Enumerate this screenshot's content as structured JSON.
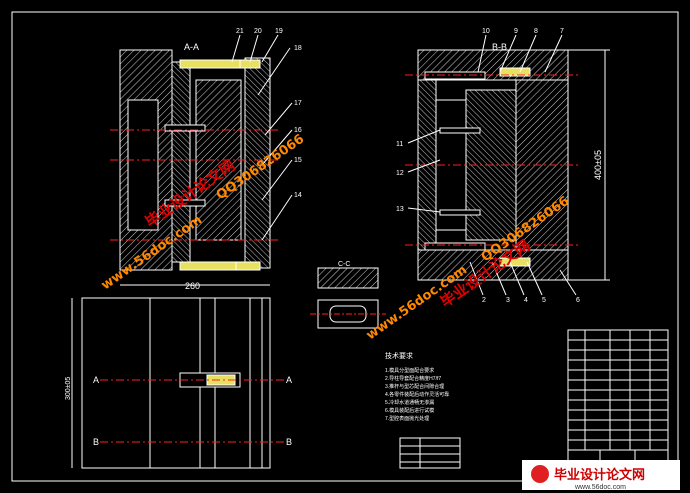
{
  "views": {
    "section_a": "A-A",
    "section_b": "B-B",
    "section_c": "C-C",
    "width_dim": "260",
    "height_dim": "400±05",
    "plan_dim": "300±05",
    "cut_a_left": "A",
    "cut_a_right": "A",
    "cut_b_left": "B",
    "cut_b_right": "B"
  },
  "callouts": {
    "c21": "21",
    "c20": "20",
    "c19": "19",
    "c18": "18",
    "c17": "17",
    "c16": "16",
    "c15": "15",
    "c14": "14",
    "c10": "10",
    "c9": "9",
    "c8": "8",
    "c7": "7",
    "c11": "11",
    "c12": "12",
    "c13": "13",
    "c2": "2",
    "c3": "3",
    "c4": "4",
    "c5": "5",
    "c6": "6"
  },
  "notes": {
    "title": "技术要求",
    "lines": [
      "1.模具分型面配合要求",
      "2.导柱导套配合精度H7/f7",
      "3.推杆与型芯配合间隙合理",
      "4.各零件装配后动作灵活可靠",
      "5.冷却水道通畅无渗漏",
      "6.模具装配后进行试模",
      "7.型腔表面抛光处理"
    ]
  },
  "watermarks": {
    "site": "www.56doc.com",
    "name": "毕业设计论文网",
    "qq": "QQ306826066"
  },
  "brand": {
    "text": "毕业设计论文网",
    "url": "www.56doc.com"
  },
  "colors": {
    "line": "#ffffff",
    "center": "#ff2020",
    "hatch": "#d0d0d0",
    "part_yellow": "#e8e060",
    "wm_orange": "#ff8800",
    "wm_red": "#e00000"
  }
}
